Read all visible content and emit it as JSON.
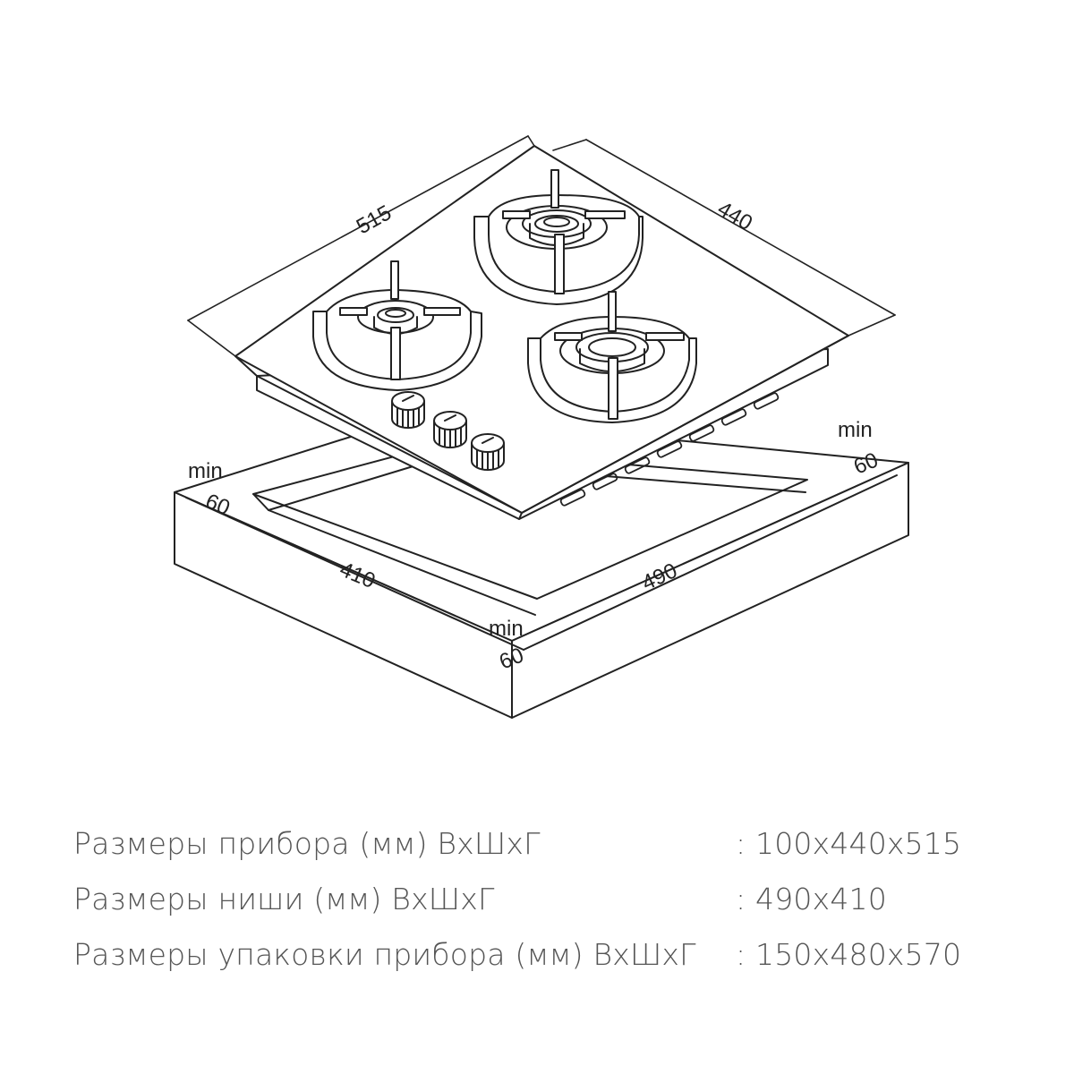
{
  "diagram": {
    "dims": {
      "length": "515",
      "width": "440",
      "niche_width": "410",
      "niche_length": "490",
      "min_word": "min",
      "min_value": "60"
    }
  },
  "specs": [
    {
      "label": "Размеры прибора (мм) ВхШхГ",
      "value": ": 100x440x515"
    },
    {
      "label": "Размеры ниши (мм) ВхШхГ",
      "value": ": 490x410"
    },
    {
      "label": "Размеры упаковки прибора (мм) ВхШхГ",
      "value": ": 150x480x570"
    }
  ],
  "colors": {
    "line": "#222222",
    "text": "#555555"
  }
}
